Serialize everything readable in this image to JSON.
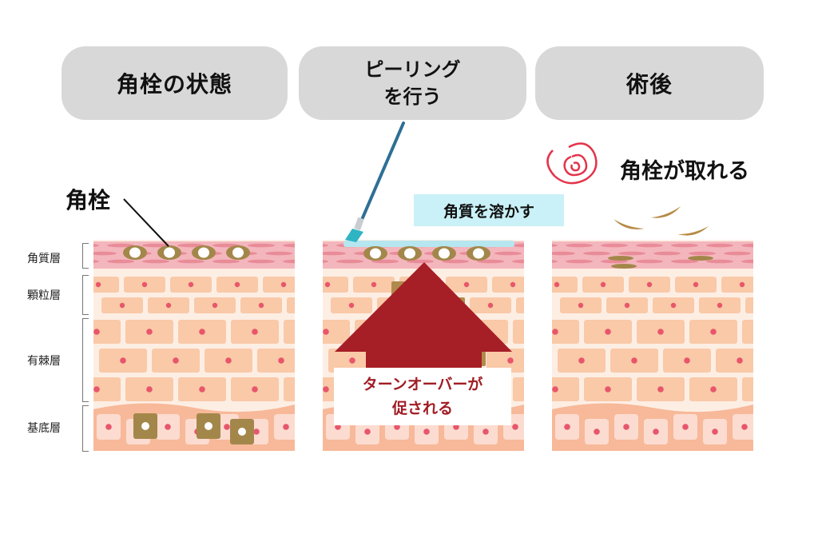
{
  "headers": {
    "before": "角栓の状態",
    "peeling_line1": "ピーリング",
    "peeling_line2": "を行う",
    "after": "術後"
  },
  "callouts": {
    "plug": "角栓",
    "dissolve": "角質を溶かす",
    "turnover_line1": "ターンオーバーが",
    "turnover_line2": "促される",
    "removed": "角栓が取れる"
  },
  "layers": [
    "角質層",
    "顆粒層",
    "有棘層",
    "基底層"
  ],
  "colors": {
    "header_bg": "#d8d8d8",
    "stratum_corneum": "#f3b6bc",
    "cell_fill": "#f9c9a8",
    "cell_border": "#fdeee4",
    "nucleus": "#e8566b",
    "plug": "#a3874a",
    "arrow": "#a61e26",
    "dissolve_bg": "#c9f1f7",
    "brush": "#2e6f95"
  },
  "icons": [
    "brush-icon",
    "swirl-icon",
    "arrow-up-icon"
  ]
}
